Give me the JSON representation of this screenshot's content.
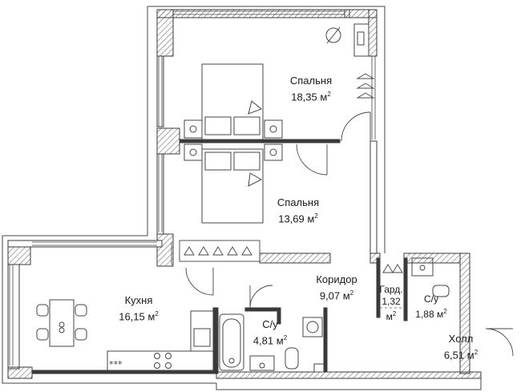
{
  "plan": {
    "rooms": [
      {
        "id": "bedroom-1",
        "name": "Спальня",
        "area": "18,35",
        "unit": "м",
        "sup": "2"
      },
      {
        "id": "bedroom-2",
        "name": "Спальня",
        "area": "13,69",
        "unit": "м",
        "sup": "2"
      },
      {
        "id": "kitchen",
        "name": "Кухня",
        "area": "16,15",
        "unit": "м",
        "sup": "2"
      },
      {
        "id": "corridor",
        "name": "Коридор",
        "area": "9,07",
        "unit": "м",
        "sup": "2"
      },
      {
        "id": "wardrobe",
        "name": "Гард.",
        "area": "1,32",
        "unit": "м",
        "sup": "2"
      },
      {
        "id": "bathroom-1",
        "name": "С/у",
        "area": "1,88",
        "unit": "м",
        "sup": "2"
      },
      {
        "id": "bathroom-2",
        "name": "С/у",
        "area": "4,81",
        "unit": "м",
        "sup": "2"
      },
      {
        "id": "hall",
        "name": "Холл",
        "area": "6,51",
        "unit": "м",
        "sup": "2"
      }
    ],
    "colors": {
      "wall": "#3a3a3a",
      "line": "#555555",
      "hatch": "#777777",
      "background": "#ffffff"
    }
  }
}
